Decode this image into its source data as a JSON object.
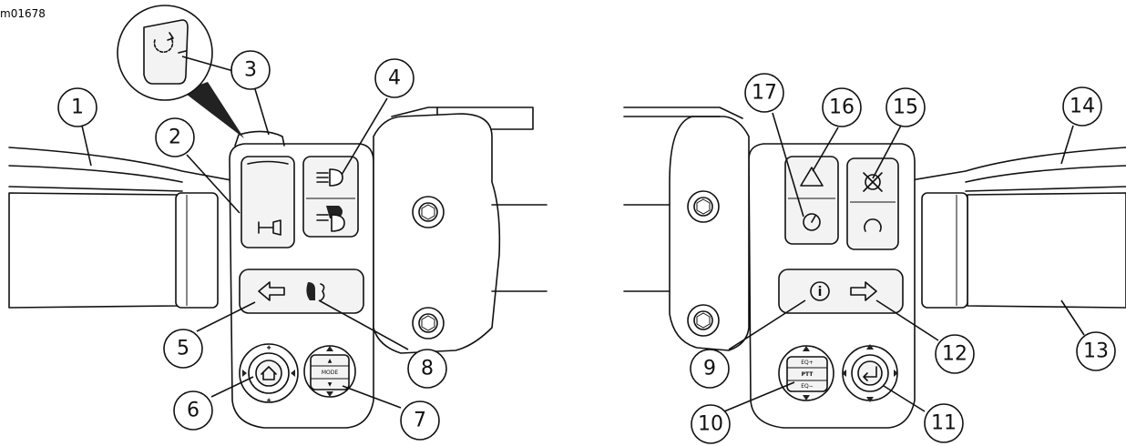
{
  "figure_code": "m01678",
  "callouts": [
    {
      "n": "1"
    },
    {
      "n": "2"
    },
    {
      "n": "3"
    },
    {
      "n": "4"
    },
    {
      "n": "5"
    },
    {
      "n": "6"
    },
    {
      "n": "7"
    },
    {
      "n": "8"
    },
    {
      "n": "9"
    },
    {
      "n": "10"
    },
    {
      "n": "11"
    },
    {
      "n": "12"
    },
    {
      "n": "13"
    },
    {
      "n": "14"
    },
    {
      "n": "15"
    },
    {
      "n": "16"
    },
    {
      "n": "17"
    }
  ],
  "control_labels": {
    "ptt": "PTT",
    "eq_plus": "EQ+",
    "eq_minus": "EQ−",
    "mode": "MODE"
  },
  "icons": {
    "horn": "horn-icon",
    "high_beam": "high-beam-icon",
    "flash_to_pass": "flash-to-pass-icon",
    "left_turn": "left-arrow-icon",
    "voice": "voice-recognition-icon",
    "info": "info-icon",
    "right_turn": "right-arrow-icon",
    "hazard": "hazard-triangle-icon",
    "cruise_set": "cruise-control-icon",
    "cruise_on": "cruise-on-icon",
    "home": "home-icon",
    "enter": "enter-icon",
    "trigger": "trigger-switch-icon"
  },
  "colors": {
    "line": "#111111",
    "background": "#ffffff"
  }
}
